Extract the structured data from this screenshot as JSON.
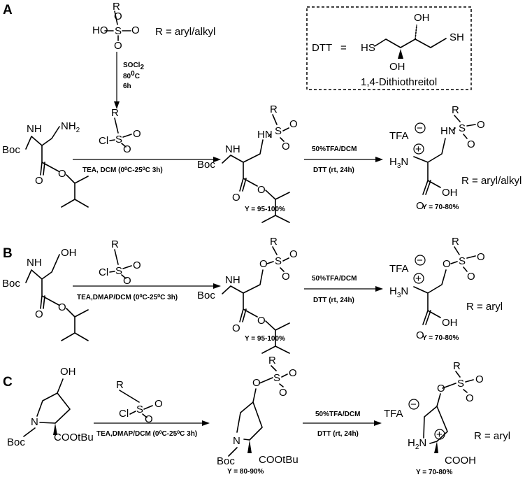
{
  "panels": {
    "a": {
      "letter": "A"
    },
    "b": {
      "letter": "B"
    },
    "c": {
      "letter": "C"
    }
  },
  "labels": {
    "R": "R",
    "HO": "HO",
    "OH": "OH",
    "S": "S",
    "O": "O",
    "Cl": "Cl",
    "N": "N",
    "NH": "NH",
    "HN": "HN",
    "NH2": "NH",
    "two": "2",
    "three": "3",
    "Boc": "Boc",
    "TFA": "TFA",
    "minus": "−",
    "plus": "+",
    "H3N": "H",
    "H2N": "H",
    "COOtBu": "COOtBu",
    "COOH": "COOH",
    "HS": "HS",
    "SH": "SH"
  },
  "top": {
    "r_aryl_alkyl": "R = aryl/alkyl",
    "reagent1": "SOCl",
    "reagent1_sub": "2",
    "reagent2": "80",
    "reagent2_sup": "0",
    "reagent2_tail": "C",
    "reagent3": "6h",
    "dtt_label": "DTT",
    "dtt_eq": "=",
    "dtt_name": "1,4-Dithiothreitol"
  },
  "row_a": {
    "cond1": "TEA, DCM (0⁰C-25⁰C 3h)",
    "yield1": "Y = 95-100%",
    "cond2_top": "50%TFA/DCM",
    "cond2_bot": "DTT  (rt, 24h)",
    "yield2": "Y = 70-80%",
    "r_label": "R = aryl/alkyl"
  },
  "row_b": {
    "cond1": "TEA,DMAP/DCM (0⁰C-25⁰C 3h)",
    "yield1": "Y = 95-100%",
    "cond2_top": "50%TFA/DCM",
    "cond2_bot": "DTT  (rt, 24h)",
    "yield2": "Y = 70-80%",
    "r_label": "R = aryl"
  },
  "row_c": {
    "cond1": "TEA,DMAP/DCM (0⁰C-25⁰C 3h)",
    "yield1": "Y = 80-90%",
    "cond2_top": "50%TFA/DCM",
    "cond2_bot": "DTT  (rt, 24h)",
    "yield2": "Y = 70-80%",
    "r_label": "R = aryl"
  }
}
